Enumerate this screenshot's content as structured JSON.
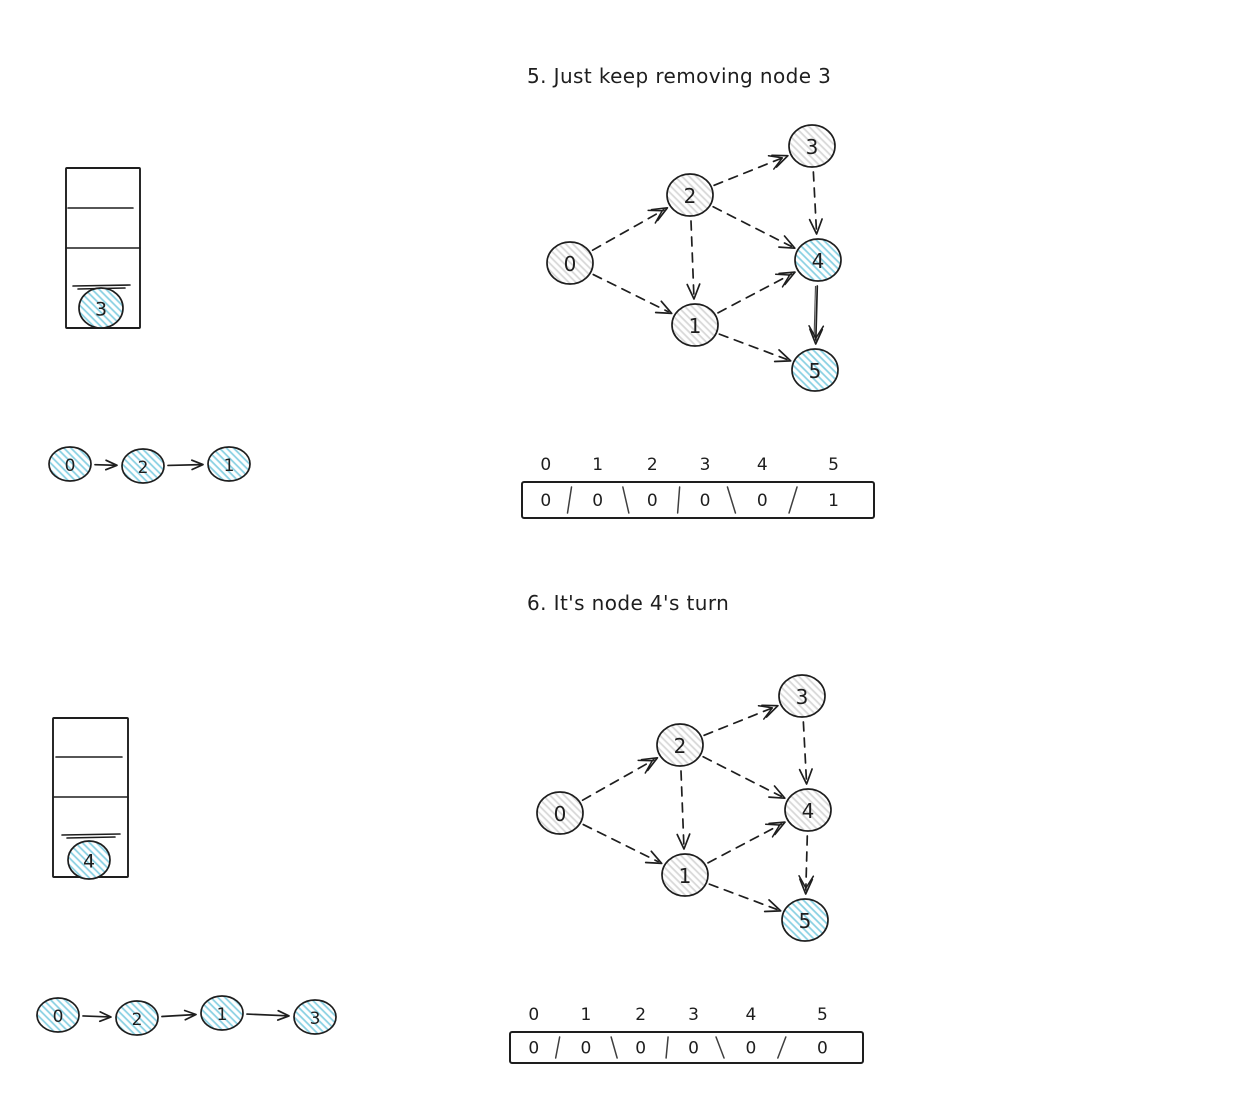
{
  "page": {
    "background": "#ffffff"
  },
  "colors": {
    "ink": "#1e1e1e",
    "red": "#d13438",
    "blue_stripe": "#8ad1e3",
    "gray_stripe": "#d8d8d8"
  },
  "sections": [
    {
      "title": "5. Just keep removing node 3",
      "stack": {
        "label": "3",
        "fill": "blue"
      },
      "list": {
        "nodes": [
          "0",
          "2",
          "1"
        ]
      },
      "graph": {
        "nodes": [
          {
            "id": "0",
            "fill": "gray"
          },
          {
            "id": "1",
            "fill": "gray"
          },
          {
            "id": "2",
            "fill": "gray"
          },
          {
            "id": "3",
            "fill": "gray"
          },
          {
            "id": "4",
            "fill": "blue"
          },
          {
            "id": "5",
            "fill": "blue"
          }
        ],
        "edges": [
          {
            "from": "0",
            "to": "2",
            "style": "dashed",
            "head": "double"
          },
          {
            "from": "0",
            "to": "1",
            "style": "dashed",
            "head": "single"
          },
          {
            "from": "2",
            "to": "3",
            "style": "dashed",
            "head": "double"
          },
          {
            "from": "2",
            "to": "1",
            "style": "dashed",
            "head": "single"
          },
          {
            "from": "2",
            "to": "4",
            "style": "dashed",
            "head": "single"
          },
          {
            "from": "3",
            "to": "4",
            "style": "dashed",
            "head": "single"
          },
          {
            "from": "1",
            "to": "4",
            "style": "dashed",
            "head": "double"
          },
          {
            "from": "1",
            "to": "5",
            "style": "dashed",
            "head": "single"
          },
          {
            "from": "4",
            "to": "5",
            "style": "solid",
            "head": "double"
          }
        ]
      },
      "array": {
        "indices": [
          "0",
          "1",
          "2",
          "3",
          "4",
          "5"
        ],
        "values": [
          "0",
          "0",
          "0",
          "0",
          "0",
          "1"
        ],
        "value_colors": [
          "ink",
          "red",
          "ink",
          "red",
          "red",
          "red"
        ]
      }
    },
    {
      "title": "6. It's node 4's turn",
      "stack": {
        "label": "4",
        "fill": "blue"
      },
      "list": {
        "nodes": [
          "0",
          "2",
          "1",
          "3"
        ]
      },
      "graph": {
        "nodes": [
          {
            "id": "0",
            "fill": "gray"
          },
          {
            "id": "1",
            "fill": "gray"
          },
          {
            "id": "2",
            "fill": "gray"
          },
          {
            "id": "3",
            "fill": "gray"
          },
          {
            "id": "4",
            "fill": "gray"
          },
          {
            "id": "5",
            "fill": "blue"
          }
        ],
        "edges": [
          {
            "from": "0",
            "to": "2",
            "style": "dashed",
            "head": "double"
          },
          {
            "from": "0",
            "to": "1",
            "style": "dashed",
            "head": "single"
          },
          {
            "from": "2",
            "to": "3",
            "style": "dashed",
            "head": "double"
          },
          {
            "from": "2",
            "to": "1",
            "style": "dashed",
            "head": "single"
          },
          {
            "from": "2",
            "to": "4",
            "style": "dashed",
            "head": "single"
          },
          {
            "from": "3",
            "to": "4",
            "style": "dashed",
            "head": "single"
          },
          {
            "from": "1",
            "to": "4",
            "style": "dashed",
            "head": "double"
          },
          {
            "from": "1",
            "to": "5",
            "style": "dashed",
            "head": "single"
          },
          {
            "from": "4",
            "to": "5",
            "style": "dashed",
            "head": "double"
          }
        ]
      },
      "array": {
        "indices": [
          "0",
          "1",
          "2",
          "3",
          "4",
          "5"
        ],
        "values": [
          "0",
          "0",
          "0",
          "0",
          "0",
          "0"
        ],
        "value_colors": [
          "ink",
          "red",
          "ink",
          "red",
          "red",
          "red"
        ]
      }
    }
  ]
}
